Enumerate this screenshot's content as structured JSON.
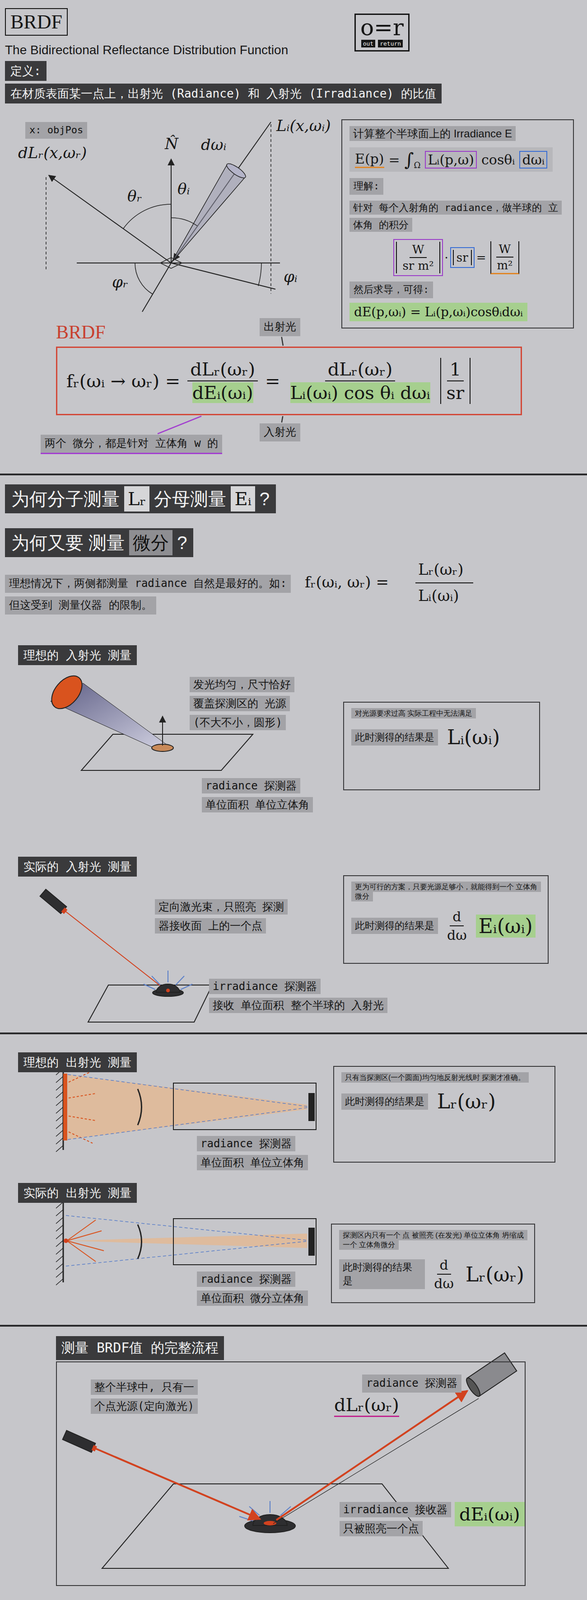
{
  "diagram": {
    "title": "BRDF",
    "nodes": [
      {
        "text": [
          "o=r",
          "out",
          "return"
        ]
      },
      {
        "text": [
          "定义:"
        ]
      },
      {
        "text": [
          "在材质表面某一点上，出射光 (Radiance) 和 入射光 (Irradiance) 的比值"
        ]
      },
      {
        "text": [
          "x: objPos"
        ]
      },
      {
        "text": [
          "计算整个半球面上的 Irradiance E"
        ]
      },
      {
        "text": [
          "E(p)",
          "=",
          "∫",
          "Ω",
          "Lᵢ(p,ω)",
          "cosθᵢ",
          "dωᵢ"
        ],
        "in": 4
      },
      {
        "text": [
          "理解:"
        ],
        "in": 4
      },
      {
        "text": [
          "针对 每个入射角的 radiance，做半球的 立体角 的积分"
        ],
        "in": 4
      },
      {
        "text": [
          "W",
          "sr m²",
          "·",
          "sr",
          "=",
          "W",
          "m²"
        ],
        "in": 4
      },
      {
        "text": [
          "然后求导，可得:"
        ],
        "in": 4
      },
      {
        "text": [
          "dE(p,ωᵢ) = Lᵢ(p,ωᵢ)cosθᵢdωᵢ"
        ],
        "in": 4
      },
      {
        "text": [
          "fᵣ(ωᵢ → ωᵣ) =",
          "dLᵣ(ωᵣ)",
          "dEᵢ(ωᵢ)",
          "=",
          "dLᵣ(ωᵣ)",
          "Lᵢ(ωᵢ) cos θᵢ dωᵢ",
          "1",
          "sr"
        ]
      },
      {
        "text": [
          "出射光"
        ]
      },
      {
        "text": [
          "入射光"
        ]
      },
      {
        "text": [
          "两个 微分，都是针对 立体角 w 的"
        ]
      },
      {
        "text": [
          "为何分子测量",
          "Lᵣ",
          "分母测量",
          "Eᵢ",
          "?"
        ]
      },
      {
        "text": [
          "为何又要 测量",
          "微分",
          "?"
        ]
      },
      {
        "text": [
          "理想情况下，两侧都测量 radiance 自然是最好的。如:"
        ]
      },
      {
        "text": [
          "但这受到 测量仪器 的限制。"
        ]
      },
      {
        "text": [
          "理想的 入射光 测量"
        ]
      },
      {
        "text": [
          "发光均匀，尺寸恰好 覆盖探测区的 光源 (不大不小，圆形)"
        ]
      },
      {
        "text": [
          "radiance 探测器",
          "单位面积 单位立体角"
        ]
      },
      {
        "text": [
          "对光源要求过高 实际工程中无法满足",
          "此时测得的结果是",
          "Lᵢ(ωᵢ)"
        ]
      },
      {
        "text": [
          "实际的 入射光 测量"
        ]
      },
      {
        "text": [
          "定向激光束，只照亮 探测器接收面 上的一个点"
        ]
      },
      {
        "text": [
          "irradiance 探测器",
          "接收 单位面积 整个半球的 入射光"
        ]
      },
      {
        "text": [
          "更为可行的方案，只要光源足够小，就能得到一个 立体角微分",
          "此时测得的结果是",
          "d",
          "dω",
          "Eᵢ(ωᵢ)"
        ]
      },
      {
        "text": [
          "理想的 出射光 测量"
        ]
      },
      {
        "text": [
          "radiance 探测器",
          "单位面积 单位立体角"
        ]
      },
      {
        "text": [
          "只有当探测区(一个圆面)均匀地反射光线时 探测才准确。",
          "此时测得的结果是",
          "Lᵣ(ωᵣ)"
        ]
      },
      {
        "text": [
          "实际的 出射光 测量"
        ]
      },
      {
        "text": [
          "radiance 探测器",
          "单位面积 微分立体角"
        ]
      },
      {
        "text": [
          "探测区内只有一个 点 被照亮 (在发光) 单位立体角 坍缩成一个 立体角微分",
          "此时测得的结果是",
          "d",
          "dω",
          "Lᵣ(ωᵣ)"
        ]
      },
      {
        "text": [
          "测量 BRDF值 的完整流程"
        ]
      },
      {
        "text": [
          "整个半球中, 只有一个点光源(定向激光)"
        ],
        "in": 33
      },
      {
        "text": [
          "radiance 探测器"
        ],
        "in": 33
      },
      {
        "text": [
          "irradiance 接收器",
          "只被照亮一个点"
        ],
        "in": 33
      },
      {
        "text": [
          "dEᵢ(ωᵢ)"
        ],
        "in": 33
      }
    ],
    "edges": [
      {
        "from": 12,
        "to": 11,
        "arrow": "none"
      },
      {
        "from": 13,
        "to": 11,
        "arrow": "none"
      },
      {
        "from": 14,
        "to": 11,
        "arrow": "none"
      }
    ],
    "labels": [
      "The Bidirectional Reflectance Distribution Function",
      "dLᵣ(x,ωᵣ)",
      "N̂",
      "θᵣ",
      "θᵢ",
      "Lᵢ(x,ωᵢ)",
      "dωᵢ",
      "φᵢ",
      "φᵣ",
      "BRDF",
      "fᵣ(ωᵢ, ωᵣ) =",
      "Lᵣ(ωᵣ)",
      "Lᵢ(ωᵢ)",
      "dLᵣ(ωᵣ)"
    ]
  }
}
